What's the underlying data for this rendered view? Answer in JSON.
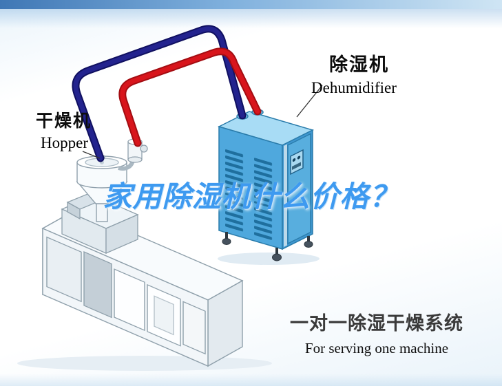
{
  "watermark": {
    "title": "家用除湿机什么价格？"
  },
  "labels": {
    "hopper": {
      "zh": "干燥机",
      "en": "Hopper"
    },
    "dehumidifier": {
      "zh": "除湿机",
      "en": "Dehumidifier"
    }
  },
  "caption": {
    "zh": "一对一除湿干燥系统",
    "en": "For serving one machine"
  },
  "colors": {
    "watermark_blue": "#3e9af0",
    "pipe_dark_blue": "#23238e",
    "pipe_red": "#d8151c",
    "cabinet_blue_front": "#4fa8dd",
    "cabinet_blue_top": "#a8dcf5",
    "cabinet_blue_side": "#3f97cf",
    "top_bar_blue": "#3f77b5"
  }
}
